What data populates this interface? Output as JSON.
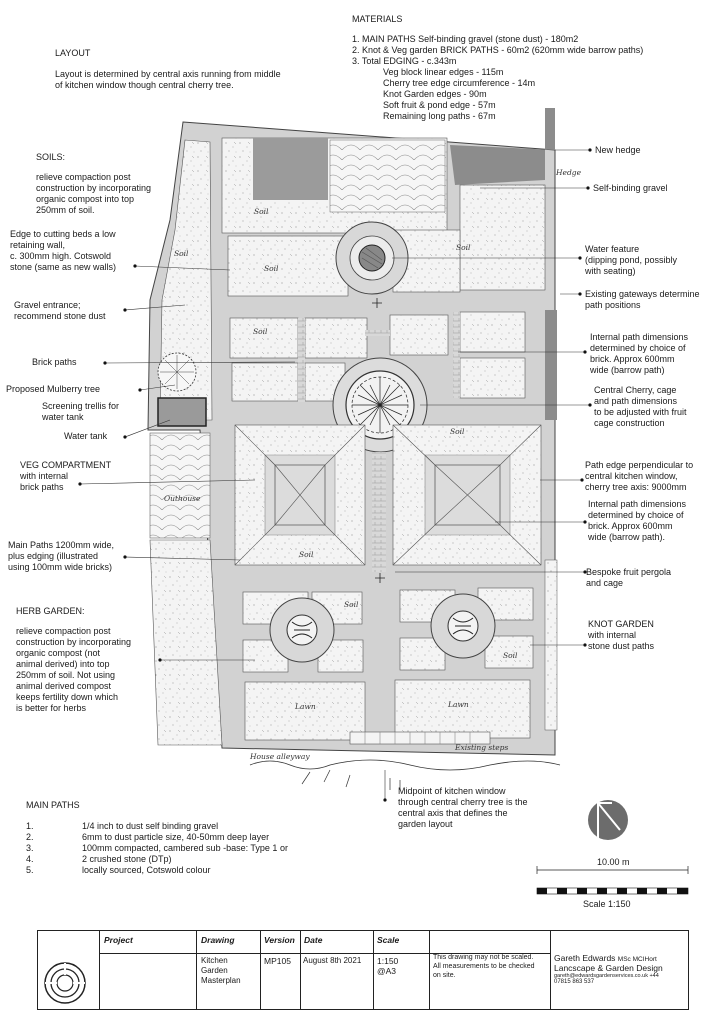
{
  "materials": {
    "heading": "MATERIALS",
    "lines": [
      "1. MAIN PATHS Self-binding gravel (stone dust) - 180m2",
      "2. Knot & Veg garden BRICK PATHS - 60m2 (620mm wide barrow paths)",
      "3. Total EDGING - c.343m"
    ],
    "edging": [
      "Veg block linear edges - 115m",
      "Cherry tree edge circumference - 14m",
      "Knot Garden edges - 90m",
      "Soft fruit & pond edge - 57m",
      "Remaining long paths - 67m"
    ]
  },
  "layout_note": {
    "heading": "LAYOUT",
    "text": [
      "Layout is determined by central axis running from middle",
      "of kitchen window though central cherry tree."
    ]
  },
  "soils_note": {
    "heading": "SOILS:",
    "text": [
      "relieve compaction post",
      "construction by incorporating",
      "organic compost into top",
      "250mm of soil."
    ]
  },
  "left_labels": {
    "edge_beds": [
      "Edge to cutting beds a low",
      "retaining wall,",
      "c. 300mm high. Cotswold",
      "stone (same as new walls)"
    ],
    "gravel_entrance": [
      "Gravel entrance;",
      "recommend stone dust"
    ],
    "brick_paths": "Brick paths",
    "mulberry": "Proposed Mulberry tree",
    "trellis": [
      "Screening trellis for",
      "water tank"
    ],
    "water_tank": "Water tank",
    "veg": [
      "VEG COMPARTMENT",
      "with internal",
      "brick paths"
    ],
    "main_paths": [
      "Main Paths 1200mm wide,",
      "plus edging (illustrated",
      "using 100mm wide bricks)"
    ]
  },
  "herb_note": {
    "heading": "HERB GARDEN:",
    "text": [
      "relieve compaction post",
      "construction by incorporating",
      "organic compost (not",
      "animal derived) into top",
      "250mm of soil. Not using",
      "animal derived compost",
      "keeps fertility down which",
      "is better for herbs"
    ]
  },
  "right_labels": {
    "new_hedge": "New hedge",
    "gravel": "Self-binding gravel",
    "water_feature": [
      "Water feature",
      "(dipping pond, possibly",
      "with seating)"
    ],
    "gateways": [
      "Existing gateways determine",
      "path positions"
    ],
    "internal_path_1": [
      "Internal path dimensions",
      "determined by choice of",
      "brick. Approx 600mm",
      "wide (barrow path)"
    ],
    "cherry": [
      "Central Cherry, cage",
      "and path dimensions",
      "to be adjusted with fruit",
      "cage construction"
    ],
    "perpendicular": [
      "Path edge perpendicular to",
      "central kitchen window,",
      "cherry tree axis: 9000mm"
    ],
    "internal_path_2": [
      "Internal path dimensions",
      "determined by choice of",
      "brick. Approx 600mm",
      "wide (barrow path)."
    ],
    "pergola": [
      "Bespoke fruit pergola",
      "and  cage"
    ],
    "knot": [
      "KNOT GARDEN",
      "with internal",
      "stone dust paths"
    ]
  },
  "plan_labels": {
    "hedge": "Hedge",
    "soil": "Soil",
    "lawn": "Lawn",
    "outhouse": "Outhouse",
    "house_alleyway": "House alleyway",
    "existing_steps": "Existing steps"
  },
  "midpoint_note": [
    "Midpoint of kitchen window",
    "through central cherry tree is the",
    "central axis that defines the",
    "garden layout"
  ],
  "main_paths_spec": {
    "heading": "MAIN PATHS",
    "items": [
      {
        "num": "1.",
        "text": "1/4 inch to dust self binding gravel"
      },
      {
        "num": "2.",
        "text": "6mm to dust particle size, 40-50mm deep layer"
      },
      {
        "num": "3.",
        "text": "100mm compacted, cambered sub -base: Type 1 or"
      },
      {
        "num": "4.",
        "text": "2 crushed stone (DTp)"
      },
      {
        "num": "5.",
        "text": "locally sourced, Cotswold colour"
      }
    ]
  },
  "scale_bar": {
    "length_label": "10.00 m",
    "scale_label": "Scale 1:150"
  },
  "title_block": {
    "headers": {
      "project": "Project",
      "drawing": "Drawing",
      "version": "Version",
      "date": "Date",
      "scale": "Scale"
    },
    "values": {
      "drawing": [
        "Kitchen",
        "Garden",
        "Masterplan"
      ],
      "version": "MP105",
      "date": "August 8th 2021",
      "scale": [
        "1:150",
        "@A3"
      ]
    },
    "disclaimer": [
      "This drawing may not be scaled.",
      "All measurements to be checked",
      "on site."
    ],
    "designer": {
      "name": "Gareth Edwards",
      "quals": "MSc MCIHort",
      "company": "Lancscape & Garden Design",
      "email": "gareth@edwardsgardenservices.co.uk +44",
      "phone": "07815 863 537"
    }
  },
  "colors": {
    "ink": "#1a1a1a",
    "path": "#d4d4d4",
    "bed": "#f3f3f3",
    "dark": "#7a7a7a"
  }
}
